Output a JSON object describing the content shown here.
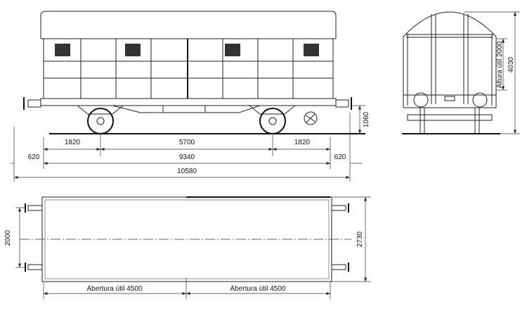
{
  "side_view": {
    "dims": {
      "overhang_left": "1820",
      "wheelbase": "5700",
      "overhang_right": "1820",
      "buffer_left": "620",
      "body_length": "9340",
      "buffer_right": "620",
      "overall_length": "10580",
      "buffer_height": "1060"
    }
  },
  "end_view": {
    "dims": {
      "useful_height": "Altura útil 2000",
      "total_height": "4030"
    }
  },
  "plan_view": {
    "dims": {
      "buffer_spacing": "2000",
      "width": "2730",
      "opening_left": "Abertura útil 4500",
      "opening_right": "Abertura útil 4500"
    }
  }
}
